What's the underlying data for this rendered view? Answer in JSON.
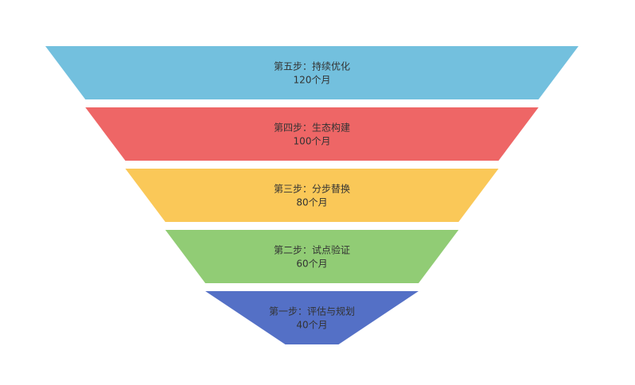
{
  "chart_data": {
    "type": "funnel",
    "orientation": "inverted-pyramid",
    "sort": "descending",
    "title": "",
    "unit": "个月",
    "max": 120,
    "min": 0,
    "min_size_pct": 10,
    "max_size_pct": 100,
    "gap": "between-segments",
    "label_position": "inside",
    "label_color": "#333333",
    "background": "#ffffff",
    "items": [
      {
        "id": "step5",
        "name": "第五步：持续优化",
        "value": 120,
        "value_label": "120个月",
        "color": "#73c0de"
      },
      {
        "id": "step4",
        "name": "第四步：生态构建",
        "value": 100,
        "value_label": "100个月",
        "color": "#ee6666"
      },
      {
        "id": "step3",
        "name": "第三步：分步替换",
        "value": 80,
        "value_label": "80个月",
        "color": "#fac858"
      },
      {
        "id": "step2",
        "name": "第二步：试点验证",
        "value": 60,
        "value_label": "60个月",
        "color": "#91cc75"
      },
      {
        "id": "step1",
        "name": "第一步：评估与规划",
        "value": 40,
        "value_label": "40个月",
        "color": "#5470c6"
      }
    ]
  }
}
